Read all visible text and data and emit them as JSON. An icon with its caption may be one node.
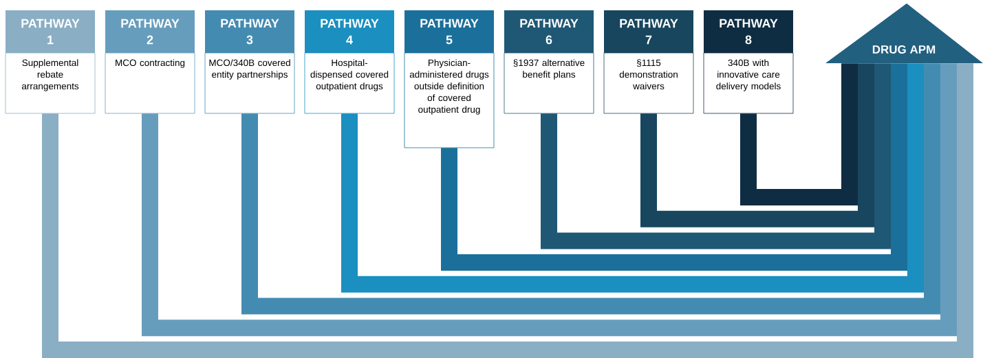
{
  "diagram": {
    "nodes": [
      {
        "text": [
          "PATHWAY 1",
          "Supplemental rebate arrangements"
        ]
      },
      {
        "text": [
          "PATHWAY 2",
          "MCO contracting"
        ]
      },
      {
        "text": [
          "PATHWAY 3",
          "MCO/340B covered entity partnerships"
        ]
      },
      {
        "text": [
          "PATHWAY 4",
          "Hospital-dispensed covered outpatient drugs"
        ]
      },
      {
        "text": [
          "PATHWAY 5",
          "Physician-administered drugs outside definition of covered outpatient drug"
        ]
      },
      {
        "text": [
          "PATHWAY 6",
          "§1937 alternative benefit plans"
        ]
      },
      {
        "text": [
          "PATHWAY 7",
          "§1115 demonstration waivers"
        ]
      },
      {
        "text": [
          "PATHWAY 8",
          "340B with innovative care delivery models"
        ]
      },
      {
        "text": [
          "DRUG APM"
        ]
      }
    ],
    "edges": [
      {
        "from": 0,
        "to": 8,
        "arrow": "none",
        "color": "#8aaec4"
      },
      {
        "from": 1,
        "to": 8,
        "arrow": "none",
        "color": "#679dbc"
      },
      {
        "from": 2,
        "to": 8,
        "arrow": "none",
        "color": "#448bb2"
      },
      {
        "from": 3,
        "to": 8,
        "arrow": "none",
        "color": "#1a8fc0"
      },
      {
        "from": 4,
        "to": 8,
        "arrow": "none",
        "color": "#1b709b"
      },
      {
        "from": 5,
        "to": 8,
        "arrow": "none",
        "color": "#1f5875"
      },
      {
        "from": 6,
        "to": 8,
        "arrow": "none",
        "color": "#17465e"
      },
      {
        "from": 7,
        "to": 8,
        "arrow": "none",
        "color": "#0f2d42"
      }
    ]
  }
}
